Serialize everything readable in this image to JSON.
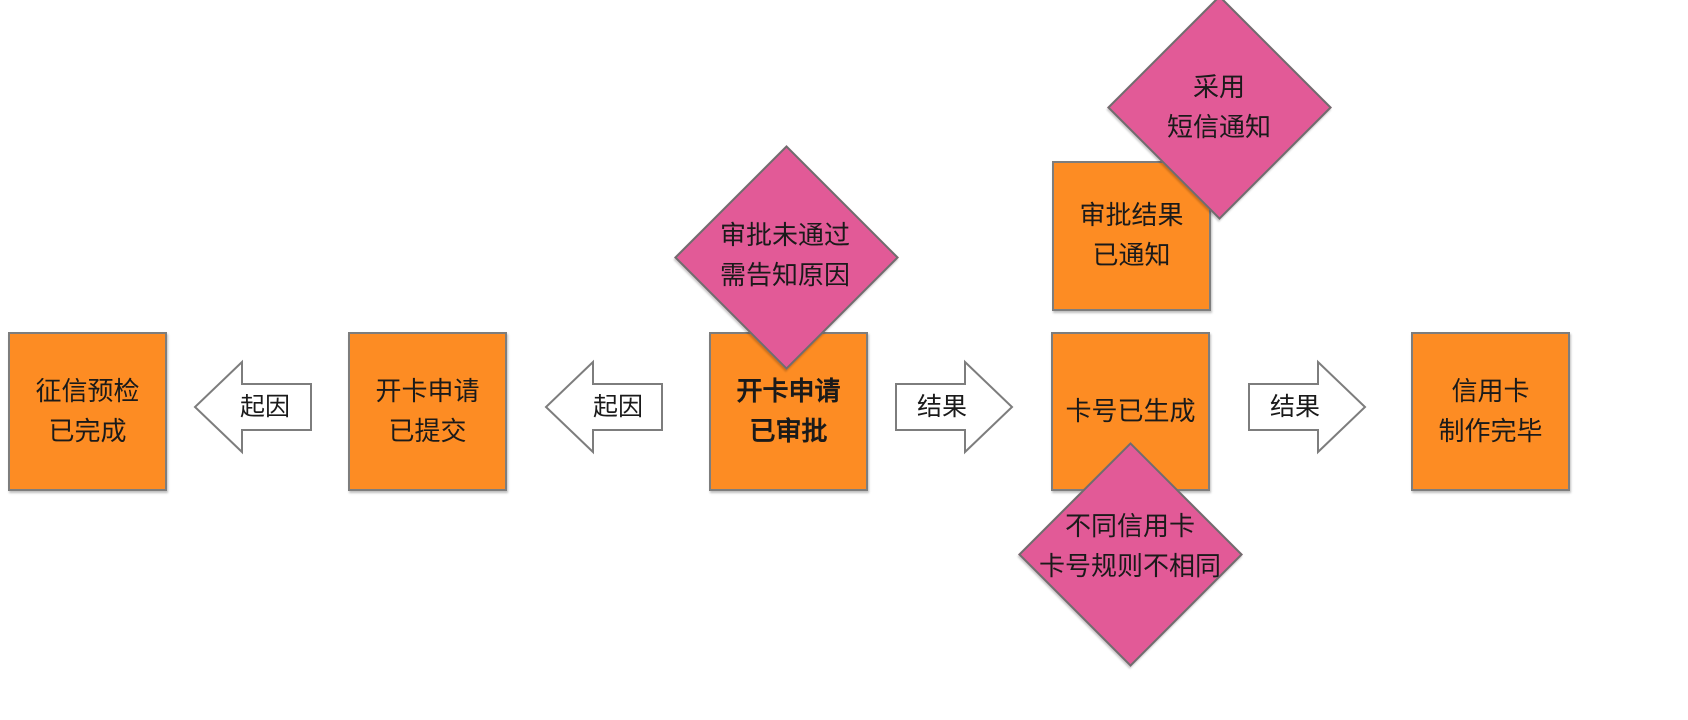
{
  "colors": {
    "stage": "#fd8c23",
    "note": "#e25a97",
    "arrow_fill": "#ffffff",
    "outline": "#7d7d7d"
  },
  "stages": [
    {
      "line1": "征信预检",
      "line2": "已完成"
    },
    {
      "line1": "开卡申请",
      "line2": "已提交"
    },
    {
      "line1": "开卡申请",
      "line2": "已审批"
    },
    {
      "line1": "卡号已生成",
      "line2": ""
    },
    {
      "line1": "信用卡",
      "line2": "制作完毕"
    },
    {
      "line1": "审批结果",
      "line2": "已通知"
    }
  ],
  "arrows": [
    {
      "label": "起因",
      "direction": "left"
    },
    {
      "label": "起因",
      "direction": "left"
    },
    {
      "label": "结果",
      "direction": "right"
    },
    {
      "label": "结果",
      "direction": "right"
    }
  ],
  "notes": [
    {
      "line1": "审批未通过",
      "line2": "需告知原因"
    },
    {
      "line1": "采用",
      "line2": "短信通知"
    },
    {
      "line1": "不同信用卡",
      "line2": "卡号规则不相同"
    }
  ]
}
